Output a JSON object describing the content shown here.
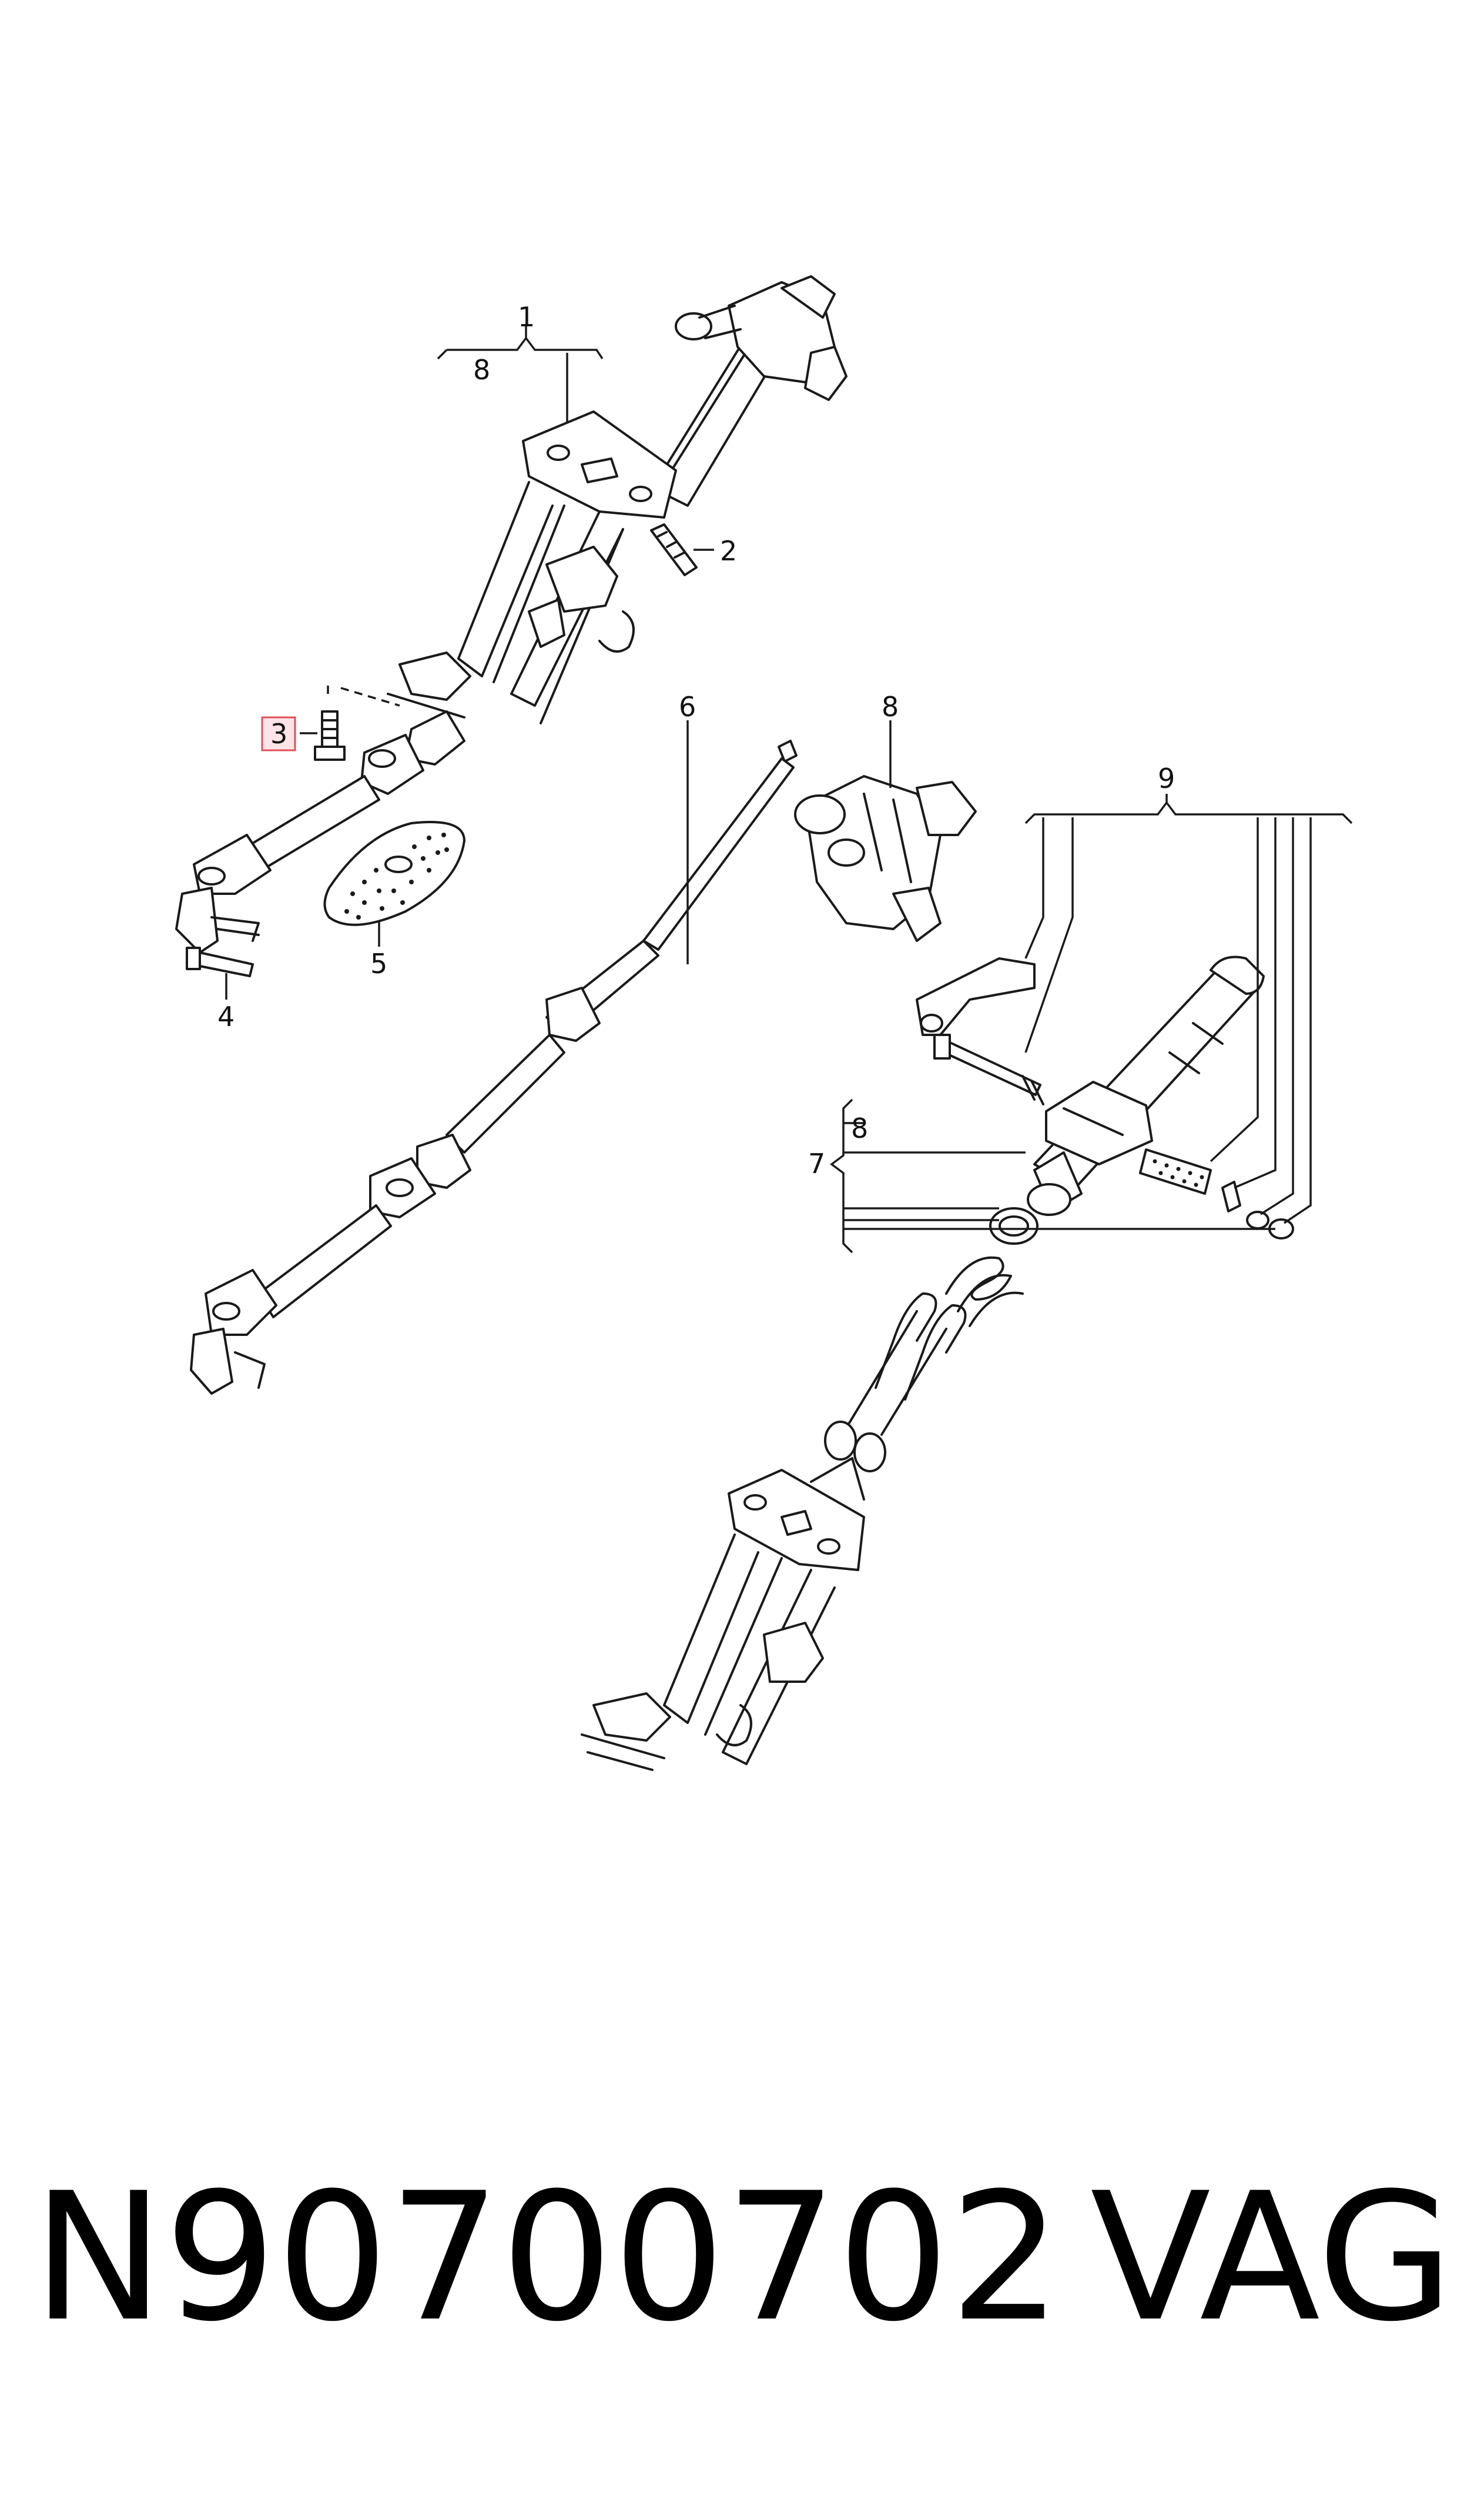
{
  "diagram": {
    "callouts": {
      "c1": "1",
      "c2": "2",
      "c3": "3",
      "c4": "4",
      "c5": "5",
      "c6": "6",
      "c7": "7",
      "c8a": "8",
      "c8b": "8",
      "c8c": "8",
      "c9": "9"
    },
    "highlighted_callout": "3",
    "highlight_color": "#e0505a",
    "highlight_fill": "#fde4e6"
  },
  "caption": {
    "part_number": "N90700702",
    "brand": "VAG"
  }
}
